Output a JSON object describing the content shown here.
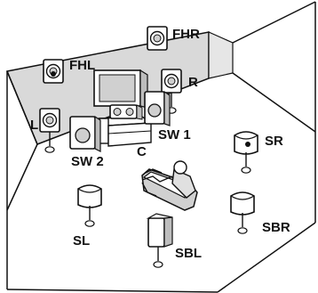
{
  "diagram": {
    "colors": {
      "line": "#111111",
      "wall_shade": "#d9d9d9",
      "floor": "#ffffff",
      "speaker_fill": "#ffffff",
      "cone_fill": "#cfcfcf"
    },
    "labels": {
      "fhl": "FHL",
      "fhr": "FHR",
      "l": "L",
      "r": "R",
      "c": "C",
      "sw1": "SW 1",
      "sw2": "SW 2",
      "sr": "SR",
      "sl": "SL",
      "sbl": "SBL",
      "sbr": "SBR"
    }
  }
}
